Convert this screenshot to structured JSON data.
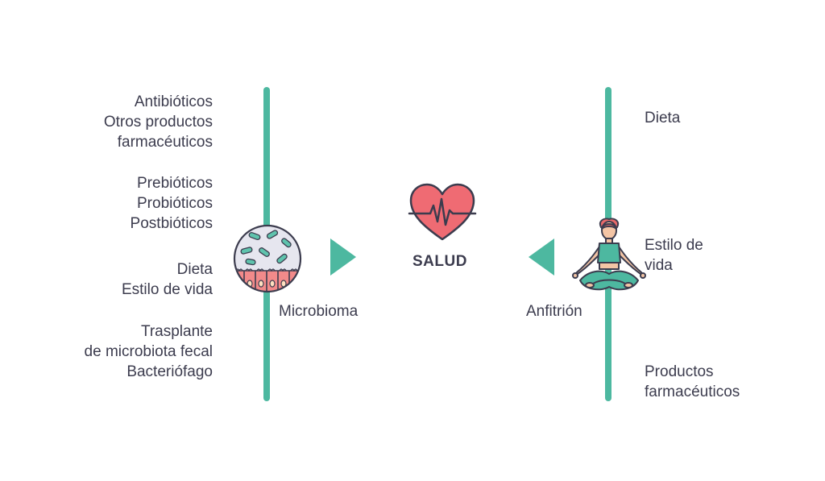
{
  "colors": {
    "teal": "#4db8a0",
    "heart": "#ef6b73",
    "outline": "#3c3c4e",
    "skin": "#f4c5a5",
    "hair": "#e86a6a",
    "cell": "#f28a8a",
    "bacteria": "#5fc3ad",
    "circle_bg": "#e6e6ef",
    "text": "#3c3c4e"
  },
  "left_factors": [
    {
      "lines": [
        "Antibióticos",
        "Otros productos",
        "farmacéuticos"
      ]
    },
    {
      "lines": [
        "Prebióticos",
        "Probióticos",
        "Postbióticos"
      ]
    },
    {
      "lines": [
        "Dieta",
        "Estilo de vida"
      ]
    },
    {
      "lines": [
        "Trasplante",
        "de microbiota fecal",
        "Bacteriófago"
      ]
    }
  ],
  "right_factors": [
    {
      "lines": [
        "Dieta"
      ]
    },
    {
      "lines": [
        "Estilo de",
        "vida"
      ]
    },
    {
      "lines": [
        "Productos",
        "farmacéuticos"
      ]
    }
  ],
  "microbiome": {
    "label": "Microbioma",
    "icon": "microbiome-circle-icon"
  },
  "host": {
    "label": "Anfitrión",
    "icon": "yoga-woman-icon"
  },
  "health": {
    "label": "SALUD",
    "icon": "heart-pulse-icon"
  },
  "arrows": {
    "left": "triangle-right-icon",
    "right": "triangle-left-icon"
  }
}
